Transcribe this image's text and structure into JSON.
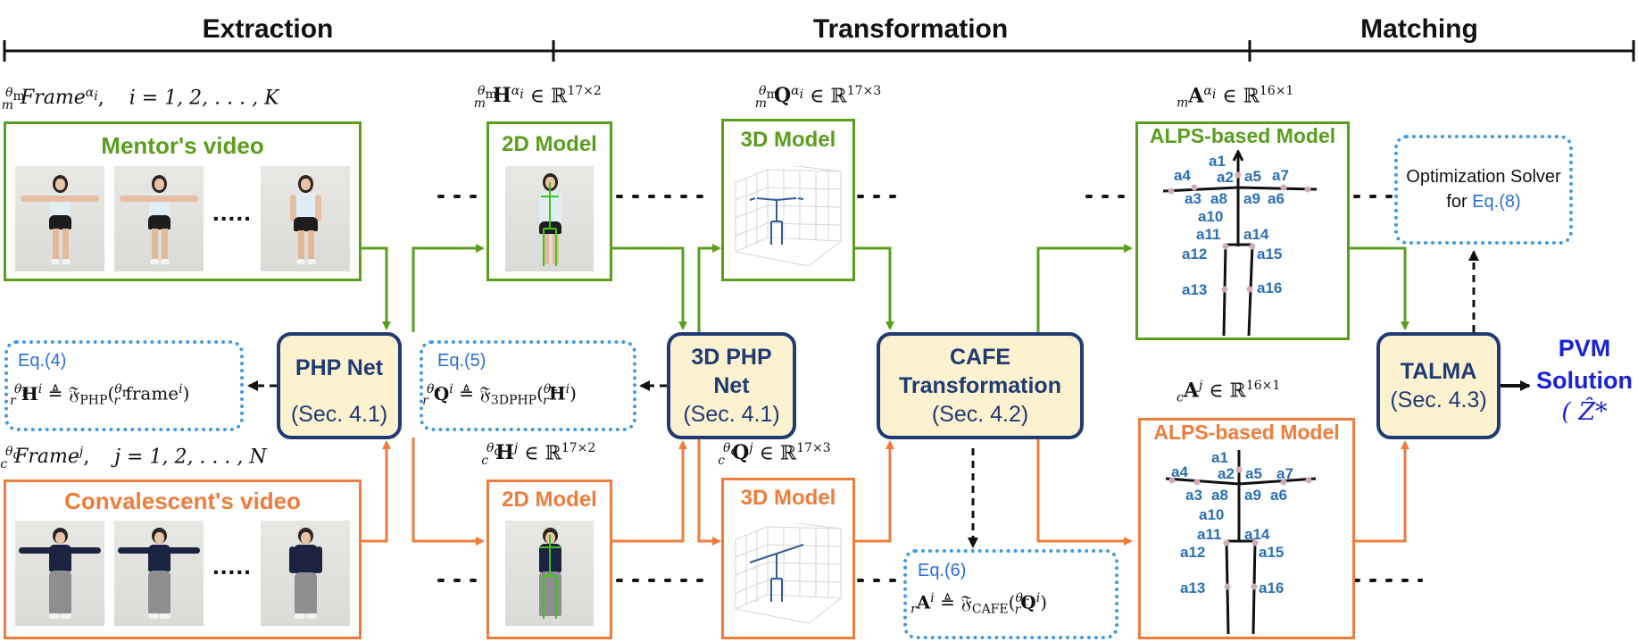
{
  "phases": {
    "extraction": "Extraction",
    "transformation": "Transformation",
    "matching": "Matching"
  },
  "mentor": {
    "frame_sym": "Frame",
    "frame_sup": "α",
    "frame_sub_i": "i",
    "frame_range": "i = 1, 2, . . . , K",
    "video_title": "Mentor's video",
    "ellipsis": "....."
  },
  "convalescent": {
    "frame_sym": "Frame",
    "frame_sup": "j",
    "frame_range": "j = 1, 2, . . . , N",
    "video_title": "Convalescent's video",
    "ellipsis": "....."
  },
  "formulas": {
    "h_mentor_rhs": "∈ ℝ",
    "h_mentor_dim": "17×2",
    "q_mentor_dim": "17×3",
    "a_mentor_dim": "16×1",
    "h_conv_dim": "17×2",
    "q_conv_dim": "17×3",
    "a_conv_dim": "16×1",
    "eq4_rhs": "≜ 𝔉",
    "eq4_fn_sub": "PHP",
    "eq4_arg": "frame",
    "eq5_fn_sub": "3DPHP",
    "eq6_fn_sub": "CAFE"
  },
  "models": {
    "m2d_title": "2D Model",
    "m3d_title": "3D Model",
    "c2d_title": "2D Model",
    "c3d_title": "3D Model",
    "alps_mentor_title": "ALPS-based Model",
    "alps_conv_title": "ALPS-based Model"
  },
  "nodes": {
    "php_title": "PHP Net",
    "php_sec": "(Sec. 4.1)",
    "php3d_title_1": "3D PHP",
    "php3d_title_2": "Net",
    "php3d_sec": "(Sec. 4.1)",
    "cafe_title_1": "CAFE",
    "cafe_title_2": "Transformation",
    "cafe_sec": "(Sec. 4.2)",
    "talma_title": "TALMA",
    "talma_sec": "(Sec. 4.3)"
  },
  "eq_labels": {
    "eq4": "Eq.(4)",
    "eq5": "Eq.(5)",
    "eq6": "Eq.(6)"
  },
  "optimizer": {
    "line1": "Optimization Solver",
    "line2_prefix": "for ",
    "line2_ref": "Eq.(8)"
  },
  "pvm": {
    "line1": "PVM",
    "line2": "Solution",
    "line3": "( Ẑ*"
  },
  "alps_labels": [
    "a1",
    "a2",
    "a3",
    "a4",
    "a5",
    "a6",
    "a7",
    "a8",
    "a9",
    "a10",
    "a11",
    "a12",
    "a13",
    "a14",
    "a15",
    "a16"
  ],
  "colors": {
    "mentor": "#5a9e1e",
    "convalescent": "#ee7d3b",
    "node_border": "#1f3b73",
    "node_fill": "#fdf2d0",
    "eq_border": "#3f9ae6",
    "pvm": "#1a22d6"
  }
}
